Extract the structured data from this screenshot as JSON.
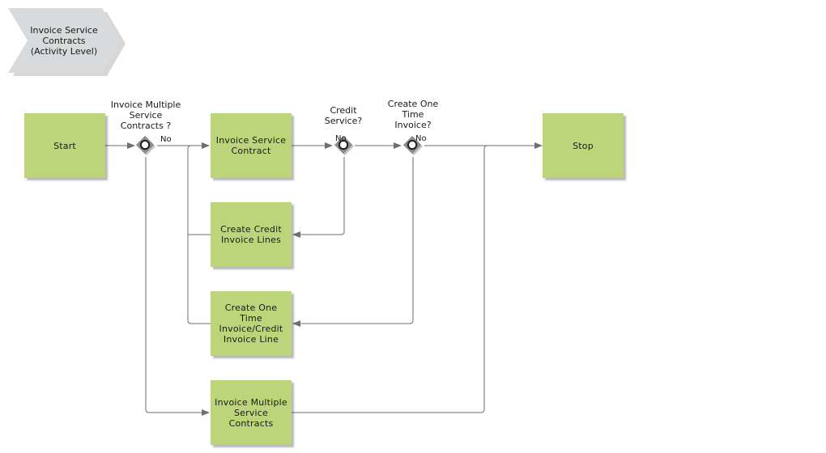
{
  "process_title": "Invoice Service\nContracts\n(Activity Level)",
  "nodes": {
    "start": "Start",
    "invoice_service_contract": "Invoice Service\nContract",
    "create_credit_invoice_lines": "Create Credit\nInvoice Lines",
    "create_one_time_invoice": "Create One\nTime\nInvoice/Credit\nInvoice Line",
    "invoice_multiple_service_contracts": "Invoice Multiple\nService\nContracts",
    "stop": "Stop"
  },
  "gateways": {
    "multiple": "Invoice Multiple\nService\nContracts ?",
    "credit": "Credit\nService?",
    "one_time": "Create One\nTime\nInvoice?"
  },
  "edge_labels": {
    "multiple_no": "No",
    "credit_no": "No",
    "one_time_no": "No"
  },
  "colors": {
    "activity_fill": "#bdd57a",
    "gateway_fill": "#8c8c8c",
    "chevron_fill": "#d9dadb",
    "connector": "#6e6e6e"
  }
}
